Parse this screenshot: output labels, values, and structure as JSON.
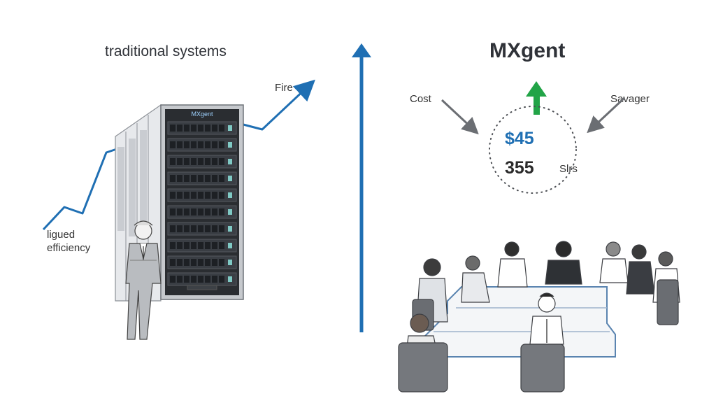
{
  "left_panel": {
    "title": "traditional systems",
    "server_brand": "MXgent",
    "trend_label_top": "Fire",
    "trend_label_bottom_line1": "ligued",
    "trend_label_bottom_line2": "efficiency"
  },
  "right_panel": {
    "title": "MXgent",
    "left_arrow_label": "Cost",
    "right_arrow_label": "Savager",
    "value_primary": "$45",
    "value_secondary": "355",
    "value_secondary_suffix": "Slrs"
  },
  "colors": {
    "accent_blue": "#1f6fb3",
    "up_arrow_green": "#22a447",
    "text_dark": "#2f3238",
    "server_body": "#2a2d31"
  },
  "icons": {
    "divider_arrow": "arrow-up-icon",
    "growth_arrow": "arrow-up-icon",
    "cost_arrow": "arrow-down-right-icon",
    "savings_arrow": "arrow-down-left-icon"
  }
}
